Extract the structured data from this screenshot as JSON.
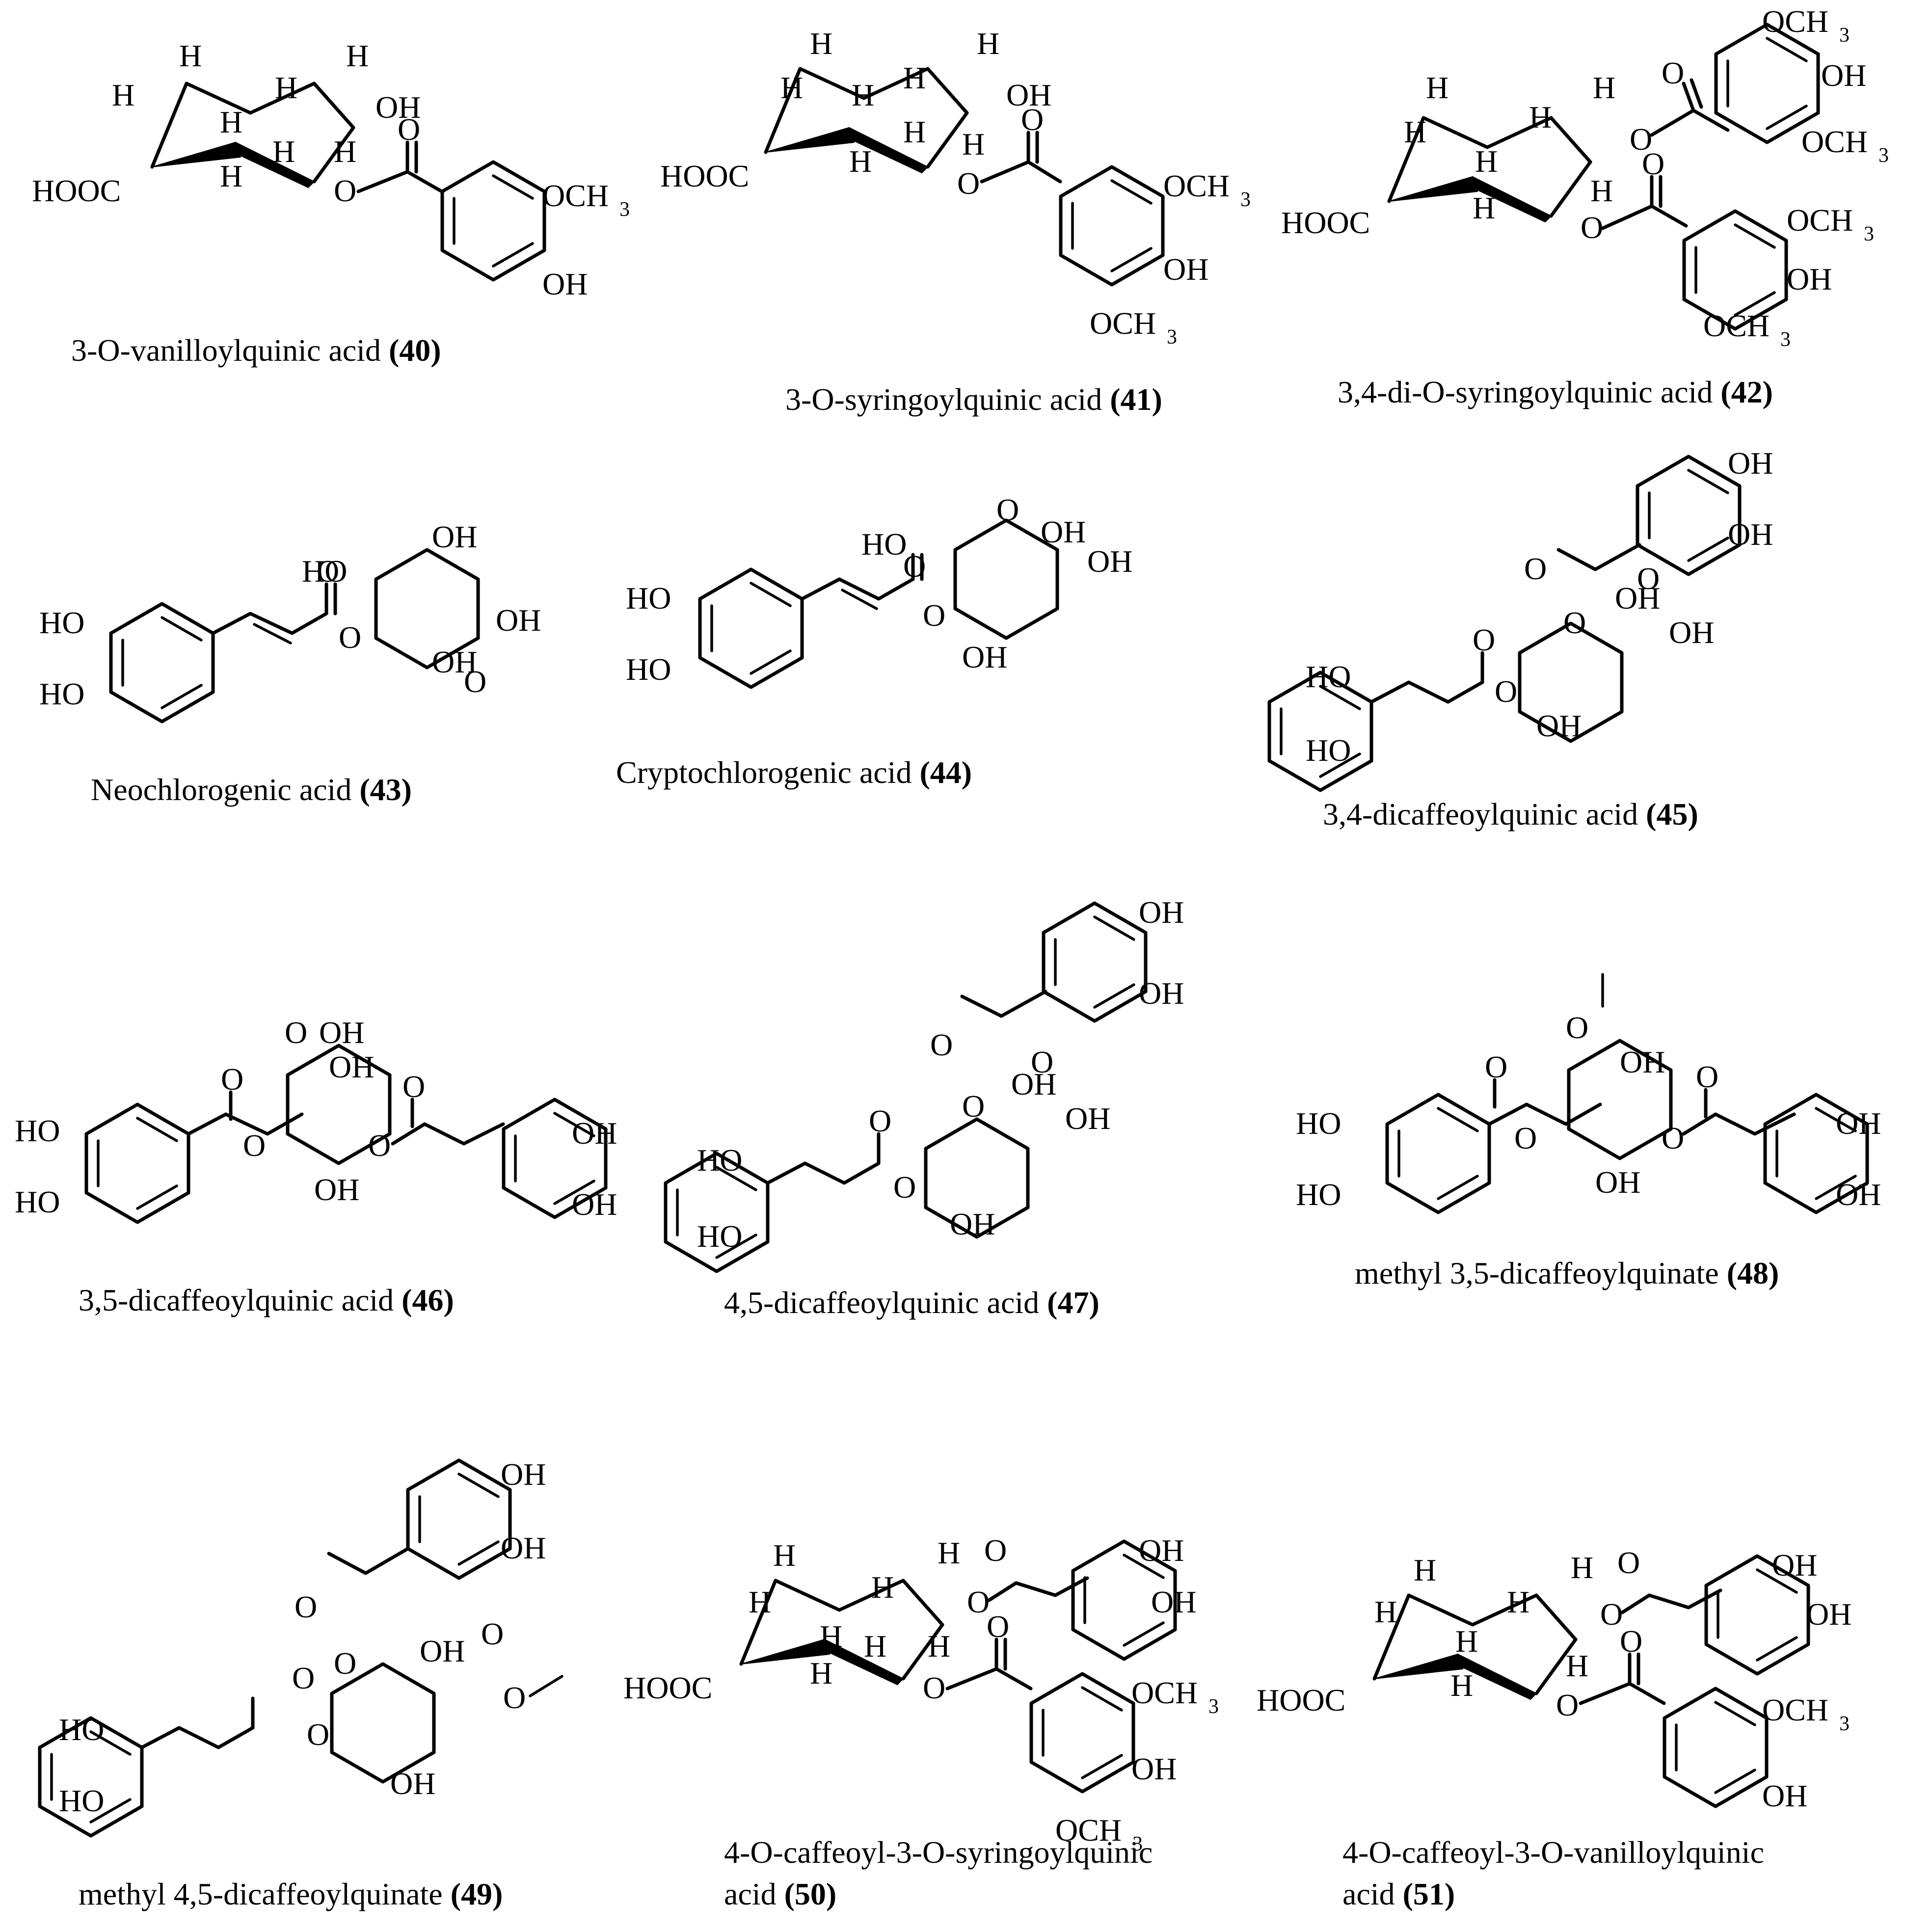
{
  "compounds": [
    {
      "id": "40",
      "name": "3-O-vanilloylquinic acid",
      "number": "(40)"
    },
    {
      "id": "41",
      "name": "3-O-syringoylquinic acid",
      "number": "(41)"
    },
    {
      "id": "42",
      "name": "3,4-di-O-syringoylquinic acid",
      "number": "(42)"
    },
    {
      "id": "43",
      "name": "Neochlorogenic acid",
      "number": "(43)"
    },
    {
      "id": "44",
      "name": "Cryptochlorogenic acid",
      "number": "(44)"
    },
    {
      "id": "45",
      "name": "3,4-dicaffeoylquinic acid",
      "number": "(45)"
    },
    {
      "id": "46",
      "name": "3,5-dicaffeoylquinic acid",
      "number": "(46)"
    },
    {
      "id": "47",
      "name": "4,5-dicaffeoylquinic acid",
      "number": "(47)"
    },
    {
      "id": "48",
      "name": "methyl 3,5-dicaffeoylquinate",
      "number": "(48)"
    },
    {
      "id": "49",
      "name": "methyl 4,5-dicaffeoylquinate",
      "number": "(49)"
    },
    {
      "id": "50",
      "name_line1": "4-O-caffeoyl-3-O-syringoylquinic",
      "name_line2": "acid",
      "number": "(50)"
    },
    {
      "id": "51",
      "name_line1": "4-O-caffeoyl-3-O-vanilloylquinic",
      "name_line2": "acid",
      "number": "(51)"
    }
  ],
  "atoms": {
    "H": "H",
    "OH": "OH",
    "HO": "HO",
    "O": "O",
    "HOOC": "HOOC",
    "OCH": "OCH",
    "sub3": "3"
  }
}
